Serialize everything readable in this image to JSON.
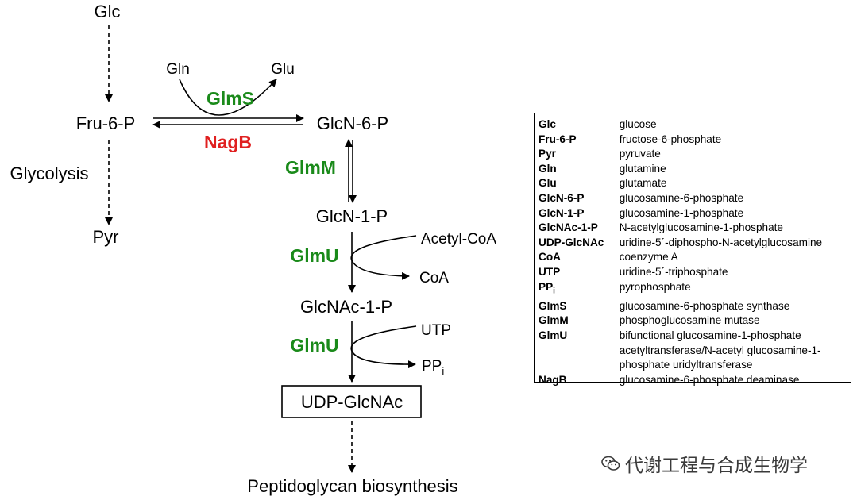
{
  "pathway": {
    "glc": "Glc",
    "fru6p": "Fru-6-P",
    "glycolysis": "Glycolysis",
    "pyr": "Pyr",
    "gln": "Gln",
    "glu": "Glu",
    "glcn6p": "GlcN-6-P",
    "glcn1p": "GlcN-1-P",
    "acetylcoa": "Acetyl-CoA",
    "coa": "CoA",
    "glcnac1p": "GlcNAc-1-P",
    "utp": "UTP",
    "ppi": "PP",
    "ppi_sub": "i",
    "udpglcnac": "UDP-GlcNAc",
    "peptidoglycan": "Peptidoglycan biosynthesis"
  },
  "enzymes": {
    "glms": "GlmS",
    "nagb": "NagB",
    "glmm": "GlmM",
    "glmu_1": "GlmU",
    "glmu_2": "GlmU"
  },
  "colors": {
    "enzyme_green": "#1a8a1a",
    "enzyme_red": "#e02020"
  },
  "legend": {
    "rows": [
      {
        "abbr": "Glc",
        "def": "glucose"
      },
      {
        "abbr": "Fru-6-P",
        "def": "fructose-6-phosphate"
      },
      {
        "abbr": "Pyr",
        "def": "pyruvate"
      },
      {
        "abbr": "Gln",
        "def": "glutamine"
      },
      {
        "abbr": "Glu",
        "def": "glutamate"
      },
      {
        "abbr": "GlcN-6-P",
        "def": "glucosamine-6-phosphate"
      },
      {
        "abbr": "GlcN-1-P",
        "def": "glucosamine-1-phosphate"
      },
      {
        "abbr": "GlcNAc-1-P",
        "def": "N-acetylglucosamine-1-phosphate"
      },
      {
        "abbr": "UDP-GlcNAc",
        "def": "uridine-5´-diphospho-N-acetylglucosamine"
      },
      {
        "abbr": "CoA",
        "def": "coenzyme A"
      },
      {
        "abbr": "UTP",
        "def": "uridine-5´-triphosphate"
      },
      {
        "abbr": "PP",
        "abbr_sub": "i",
        "def": "pyrophosphate"
      },
      {
        "abbr": "GlmS",
        "def": "glucosamine-6-phosphate synthase"
      },
      {
        "abbr": "GlmM",
        "def": "phosphoglucosamine mutase"
      },
      {
        "abbr": "GlmU",
        "def": "bifunctional glucosamine-1-phosphate"
      },
      {
        "abbr": "",
        "def": "acetyltransferase/N-acetyl glucosamine-1-"
      },
      {
        "abbr": "",
        "def": "phosphate uridyltransferase"
      },
      {
        "abbr": "NagB",
        "def": "glucosamine-6-phosphate deaminase"
      }
    ]
  },
  "watermark": {
    "text": "代谢工程与合成生物学",
    "icon": "wechat-icon"
  }
}
